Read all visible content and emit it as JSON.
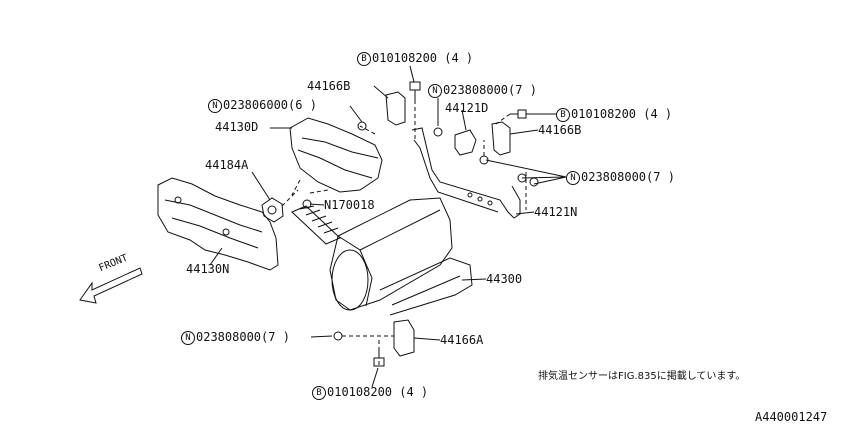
{
  "labels": {
    "b_bolt_top": {
      "prefix": "B",
      "text": "010108200 (4 )"
    },
    "bracket_top": "44166B",
    "n_nut_top": {
      "prefix": "N",
      "text": "023808000(7 )"
    },
    "n_nut_left": {
      "prefix": "N",
      "text": "023806000(6 )"
    },
    "hanger": "44121D",
    "b_bolt_right": {
      "prefix": "B",
      "text": "010108200 (4 )"
    },
    "cover_upper": "44130D",
    "bracket_right": "44166B",
    "gasket": "44184A",
    "n_nut_right": {
      "prefix": "N",
      "text": "023808000(7 )"
    },
    "nut_n170018": "N170018",
    "hanger_n": "44121N",
    "cover_lower": "44130N",
    "front": "FRONT",
    "muffler": "44300",
    "n_nut_bottom": {
      "prefix": "N",
      "text": "023808000(7 )"
    },
    "bracket_bottom": "44166A",
    "b_bolt_bottom": {
      "prefix": "B",
      "text": "010108200 (4 )"
    }
  },
  "note": "排気温センサーはFIG.835に掲載しています。",
  "diagram_code": "A440001247"
}
